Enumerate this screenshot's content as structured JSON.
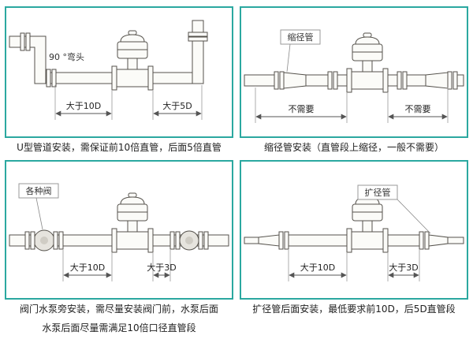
{
  "accent_color": "#2ba8a0",
  "panels": [
    {
      "callout": "90 °弯头",
      "dim_left": "大于10D",
      "dim_right": "大于5D",
      "caption": "U型管道安装，需保证前10倍直管，后面5倍直管"
    },
    {
      "callout": "缩径管",
      "dim_left": "不需要",
      "dim_right": "不需要",
      "caption": "缩径管安装（直管段上缩径，一般不需要）"
    },
    {
      "callout": "各种阀",
      "dim_left": "大于10D",
      "dim_right": "大于3D",
      "caption": "阀门水泵旁安装，需尽量安装阀门前，水泵后面",
      "caption2": "水泵后面尽量需满足10倍口径直管段"
    },
    {
      "callout": "扩径管",
      "dim_left": "大于10D",
      "dim_right": "大于3D",
      "caption": "扩径管后面安装，最低要求前10D，后5D直管段"
    }
  ]
}
